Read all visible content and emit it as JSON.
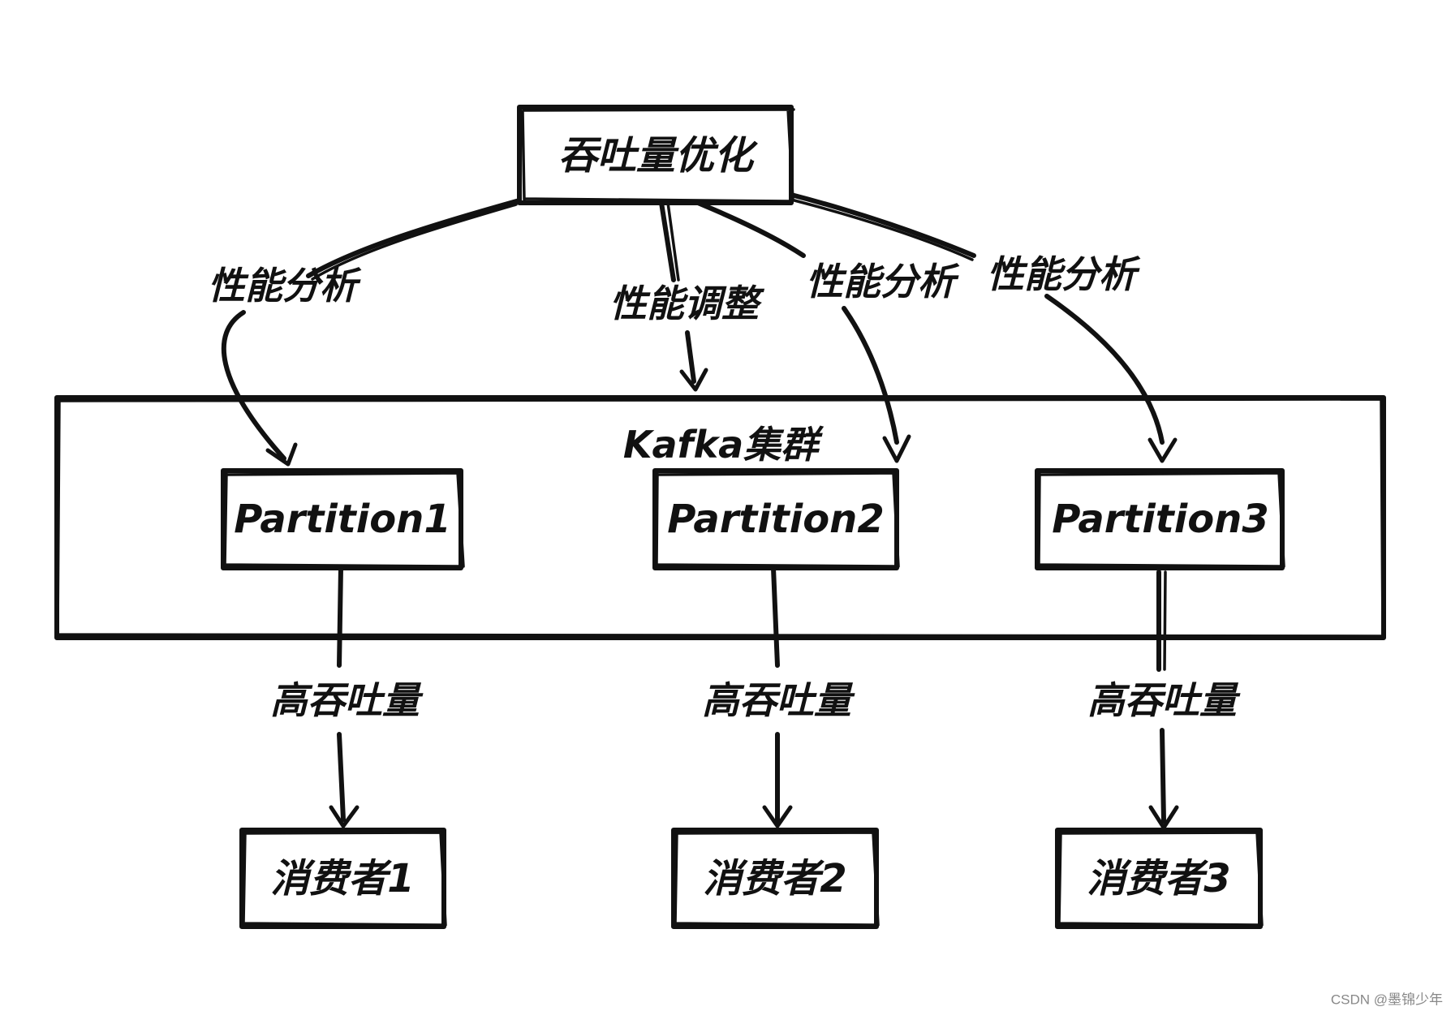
{
  "nodes": {
    "root": "吞吐量优化",
    "cluster": "Kafka集群",
    "partition1": "Partition1",
    "partition2": "Partition2",
    "partition3": "Partition3",
    "consumer1": "消费者1",
    "consumer2": "消费者2",
    "consumer3": "消费者3"
  },
  "edges": {
    "to_partition1": "性能分析",
    "to_cluster": "性能调整",
    "to_partition2": "性能分析",
    "to_partition3": "性能分析",
    "p1_to_c1": "高吞吐量",
    "p2_to_c2": "高吞吐量",
    "p3_to_c3": "高吞吐量"
  },
  "watermark": "CSDN @墨锦少年"
}
